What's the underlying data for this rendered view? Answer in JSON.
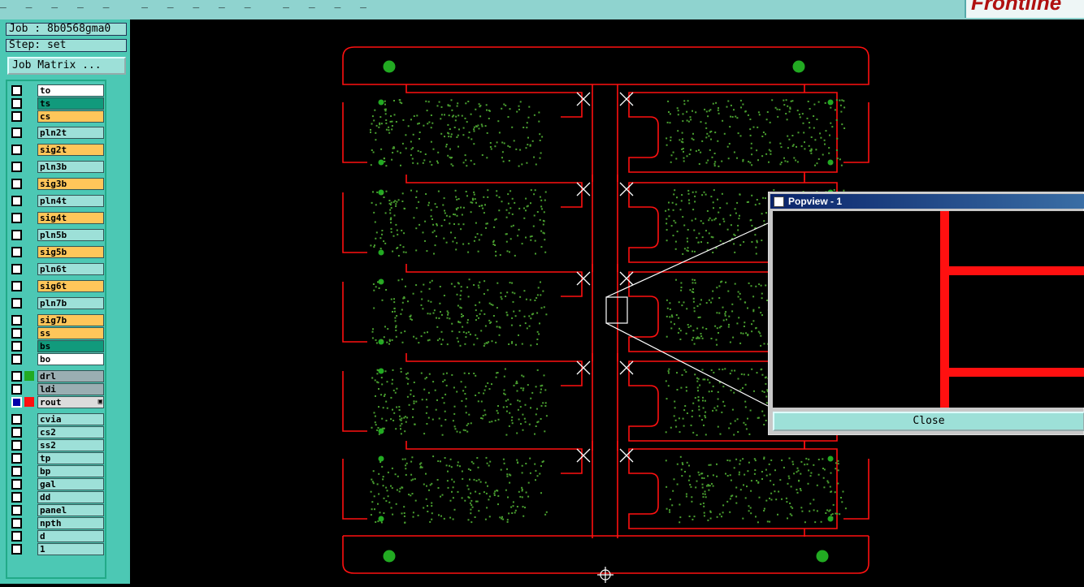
{
  "header": {
    "job_label": "Job : 8b0568gma0",
    "step_label": "Step: set",
    "job_matrix_button": "Job Matrix ..."
  },
  "colors": {
    "panel_bg": "#4cc8b4",
    "layer_default": "#9de0d8",
    "layer_signal": "#ffc65a",
    "layer_mask": "#119a7c",
    "layer_silk": "#ffffff",
    "layer_drill": "#9aaeb2",
    "route_red": "#ff1010",
    "pad_green": "#22aa22",
    "pcb_dot": "#4aa030"
  },
  "layers": [
    {
      "name": "to",
      "style": "silk"
    },
    {
      "name": "ts",
      "style": "mask"
    },
    {
      "name": "cs",
      "style": "signal"
    },
    {
      "name": "pln2t",
      "style": "default"
    },
    {
      "name": "sig2t",
      "style": "signal"
    },
    {
      "name": "pln3b",
      "style": "default"
    },
    {
      "name": "sig3b",
      "style": "signal"
    },
    {
      "name": "pln4t",
      "style": "default"
    },
    {
      "name": "sig4t",
      "style": "signal"
    },
    {
      "name": "pln5b",
      "style": "default"
    },
    {
      "name": "sig5b",
      "style": "signal"
    },
    {
      "name": "pln6t",
      "style": "default"
    },
    {
      "name": "sig6t",
      "style": "signal"
    },
    {
      "name": "pln7b",
      "style": "default"
    },
    {
      "name": "sig7b",
      "style": "signal"
    },
    {
      "name": "ss",
      "style": "signal"
    },
    {
      "name": "bs",
      "style": "mask"
    },
    {
      "name": "bo",
      "style": "silk"
    },
    {
      "name": "drl",
      "style": "drill",
      "swatch": "green"
    },
    {
      "name": "ldi",
      "style": "drill"
    },
    {
      "name": "rout",
      "style": "active",
      "swatch": "red",
      "checked": true
    },
    {
      "name": "cvia",
      "style": "default"
    },
    {
      "name": "cs2",
      "style": "default"
    },
    {
      "name": "ss2",
      "style": "default"
    },
    {
      "name": "tp",
      "style": "default"
    },
    {
      "name": "bp",
      "style": "default"
    },
    {
      "name": "gal",
      "style": "default"
    },
    {
      "name": "dd",
      "style": "default"
    },
    {
      "name": "panel",
      "style": "default"
    },
    {
      "name": "npth",
      "style": "default"
    },
    {
      "name": "d",
      "style": "default"
    },
    {
      "name": "1",
      "style": "default"
    }
  ],
  "popview": {
    "title": "Popview - 1",
    "close_label": "Close"
  }
}
